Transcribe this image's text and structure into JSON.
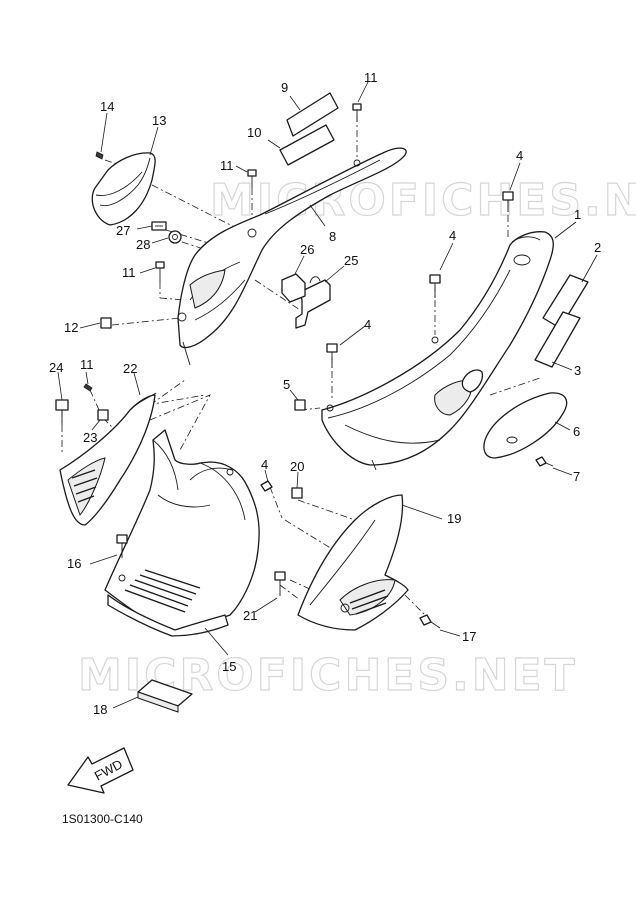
{
  "watermarks": [
    "MICROFICHES.NET",
    "MICROFICHES.NET"
  ],
  "diagram_code": "1S01300-C140",
  "fwd_label": "FWD",
  "callouts": [
    "1",
    "2",
    "3",
    "4",
    "4",
    "4",
    "4",
    "5",
    "6",
    "7",
    "8",
    "9",
    "10",
    "11",
    "11",
    "11",
    "11",
    "12",
    "13",
    "14",
    "15",
    "16",
    "17",
    "18",
    "19",
    "20",
    "21",
    "22",
    "23",
    "24",
    "25",
    "26",
    "27",
    "28"
  ]
}
